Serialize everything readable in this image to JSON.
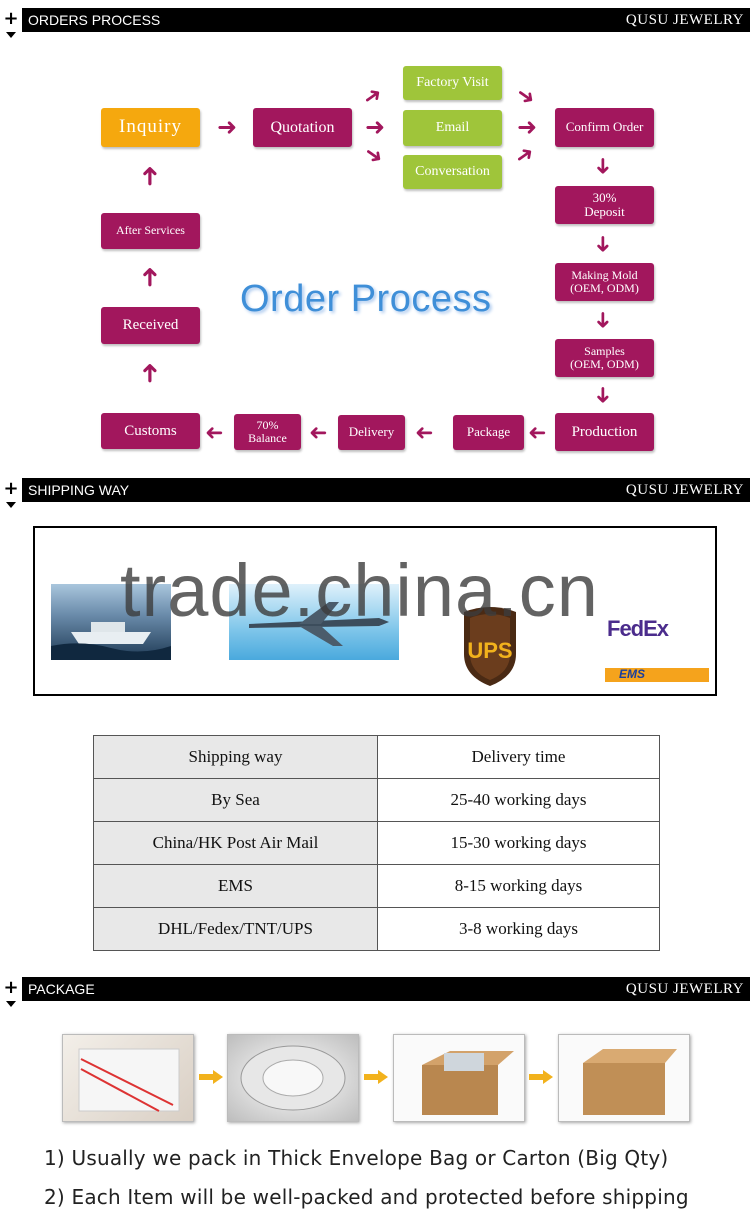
{
  "sections": {
    "orders": {
      "title": "ORDERS PROCESS",
      "brand": "QUSU JEWELRY"
    },
    "shipping": {
      "title": "SHIPPING WAY",
      "brand": "QUSU JEWELRY"
    },
    "package": {
      "title": "PACKAGE",
      "brand": "QUSU JEWELRY"
    }
  },
  "flow": {
    "title": "Order Process",
    "inquiry": "Inquiry",
    "quotation": "Quotation",
    "factory_visit": "Factory Visit",
    "email": "Email",
    "conversation": "Conversation",
    "confirm_order": "Confirm Order",
    "deposit": "30%\nDeposit",
    "making_mold": "Making Mold\n(OEM, ODM)",
    "samples": "Samples\n(OEM, ODM)",
    "production": "Production",
    "package": "Package",
    "delivery": "Delivery",
    "balance": "70%\nBalance",
    "customs": "Customs",
    "received": "Received",
    "after_services": "After Services"
  },
  "shipping_images": {
    "watermark": "trade.china.cn",
    "ups_logo": "UPS",
    "fedex_logo": "FedEx",
    "ems_logo": "EMS"
  },
  "shipping_table": {
    "header": [
      "Shipping way",
      "Delivery time"
    ],
    "rows": [
      [
        "By Sea",
        "25-40 working days"
      ],
      [
        "China/HK Post Air Mail",
        "15-30 working days"
      ],
      [
        "EMS",
        "8-15 working days"
      ],
      [
        "DHL/Fedex/TNT/UPS",
        "3-8 working days"
      ]
    ]
  },
  "package_notes": [
    "1) Usually we pack in Thick Envelope Bag or Carton (Big Qty)",
    "2) Each Item will be well-packed and protected before shipping"
  ],
  "colors": {
    "flow_purple": "#a2175d",
    "flow_green": "#9fc53a",
    "flow_yellow": "#f5a80e",
    "title_blue": "#3f8fd8"
  }
}
